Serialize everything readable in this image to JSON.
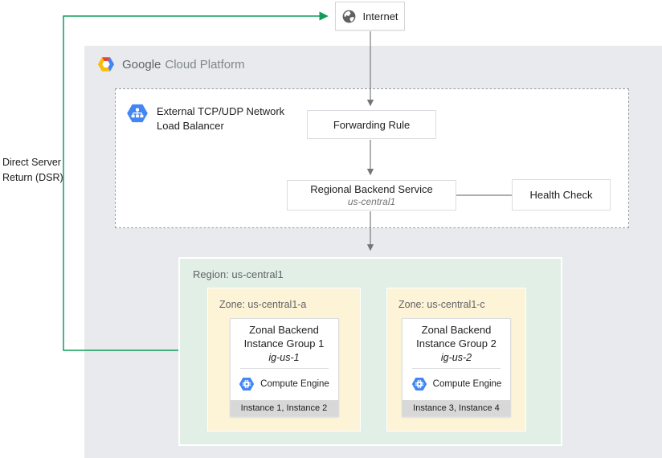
{
  "dsr": {
    "label": "Direct Server Return (DSR)"
  },
  "internet": {
    "label": "Internet"
  },
  "gcp": {
    "brand": "Google",
    "suffix": "Cloud Platform"
  },
  "load_balancer": {
    "line1": "External TCP/UDP Network",
    "line2": "Load Balancer"
  },
  "forwarding_rule": {
    "label": "Forwarding Rule"
  },
  "backend_service": {
    "label": "Regional Backend Service",
    "sublabel": "us-central1"
  },
  "health_check": {
    "label": "Health Check"
  },
  "region": {
    "label": "Region: us-central1",
    "zones": [
      {
        "label": "Zone: us-central1-a",
        "group_title": "Zonal Backend Instance Group 1",
        "group_id": "ig-us-1",
        "engine_label": "Compute Engine",
        "instances": "Instance 1, Instance 2"
      },
      {
        "label": "Zone: us-central1-c",
        "group_title": "Zonal Backend Instance Group 2",
        "group_id": "ig-us-2",
        "engine_label": "Compute Engine",
        "instances": "Instance 3, Instance 4"
      }
    ]
  },
  "colors": {
    "accent_green": "#0f9d58",
    "gcp_blue": "#4285f4",
    "platform_bg": "#e8eaed",
    "region_bg": "#e2efe7",
    "zone_bg": "#fdf3d7"
  }
}
